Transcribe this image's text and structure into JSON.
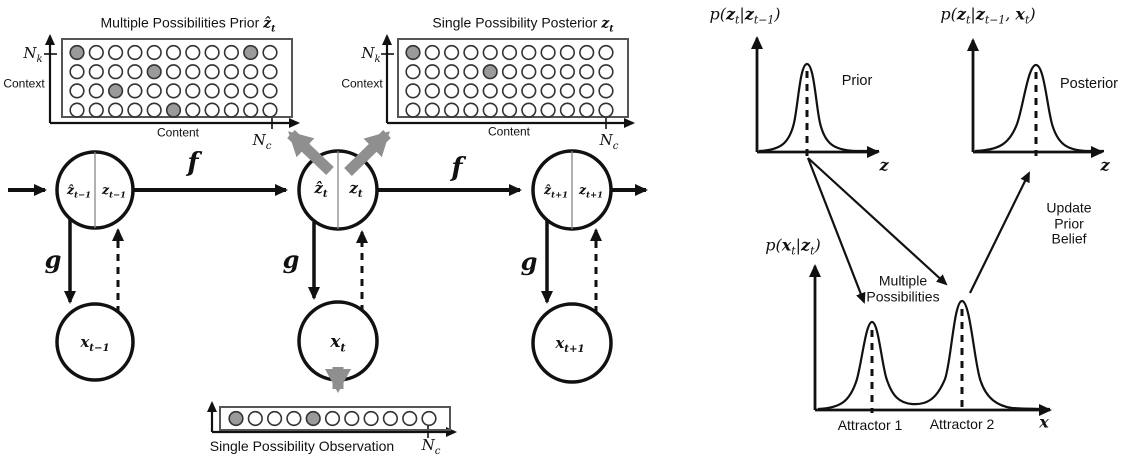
{
  "colors": {
    "line": "#111111",
    "box_border": "#555555",
    "gray_arrow": "#8f8f8f",
    "dot_fill": "#9a9a9a",
    "dot_stroke": "#333333",
    "node_divider": "#888888"
  },
  "left": {
    "prior_box": {
      "title": [
        {
          "t": "Multiple Possibilities Prior "
        },
        {
          "t": "ẑ",
          "c": "mb"
        },
        {
          "s": "t",
          "c": "mb"
        }
      ],
      "nk": [
        {
          "t": "N",
          "c": "mi"
        },
        {
          "s": "k",
          "c": "mi"
        }
      ],
      "context": "Context",
      "content": "Content",
      "nc": [
        {
          "t": "N",
          "c": "mi"
        },
        {
          "s": "c",
          "c": "mi"
        }
      ],
      "grid": {
        "rows": 4,
        "cols": 11,
        "filled": [
          [
            0,
            0
          ],
          [
            0,
            9
          ],
          [
            1,
            4
          ],
          [
            2,
            2
          ],
          [
            3,
            5
          ]
        ]
      }
    },
    "posterior_box": {
      "title": [
        {
          "t": "Single Possibility Posterior "
        },
        {
          "t": "z",
          "c": "mb"
        },
        {
          "s": "t",
          "c": "mb"
        }
      ],
      "nk": [
        {
          "t": "N",
          "c": "mi"
        },
        {
          "s": "k",
          "c": "mi"
        }
      ],
      "context": "Context",
      "content": "Content",
      "nc": [
        {
          "t": "N",
          "c": "mi"
        },
        {
          "s": "c",
          "c": "mi"
        }
      ],
      "grid": {
        "rows": 4,
        "cols": 11,
        "filled": [
          [
            0,
            0
          ],
          [
            1,
            4
          ]
        ]
      }
    },
    "chain": {
      "f": [
        {
          "t": "f",
          "c": "mb"
        }
      ],
      "g": [
        {
          "t": "g",
          "c": "mb"
        }
      ],
      "nodes": {
        "prev_left": [
          {
            "t": "ẑ",
            "c": "mb"
          },
          {
            "s": "t−1",
            "c": "mb"
          }
        ],
        "prev_right": [
          {
            "t": "z",
            "c": "mb"
          },
          {
            "s": "t−1",
            "c": "mb"
          }
        ],
        "cur_left": [
          {
            "t": "ẑ",
            "c": "mb"
          },
          {
            "s": "t",
            "c": "mb"
          }
        ],
        "cur_right": [
          {
            "t": "z",
            "c": "mb"
          },
          {
            "s": "t",
            "c": "mb"
          }
        ],
        "next_left": [
          {
            "t": "ẑ",
            "c": "mb"
          },
          {
            "s": "t+1",
            "c": "mb"
          }
        ],
        "next_right": [
          {
            "t": "z",
            "c": "mb"
          },
          {
            "s": "t+1",
            "c": "mb"
          }
        ],
        "x_prev": [
          {
            "t": "x",
            "c": "mb"
          },
          {
            "s": "t−1",
            "c": "mb"
          }
        ],
        "x_cur": [
          {
            "t": "x",
            "c": "mb"
          },
          {
            "s": "t",
            "c": "mb"
          }
        ],
        "x_next": [
          {
            "t": "x",
            "c": "mb"
          },
          {
            "s": "t+1",
            "c": "mb"
          }
        ]
      }
    },
    "observation": {
      "label": "Single Possibility Observation",
      "nc": [
        {
          "t": "N",
          "c": "mi"
        },
        {
          "s": "c",
          "c": "mi"
        }
      ],
      "grid": {
        "rows": 1,
        "cols": 11,
        "filled": [
          [
            0,
            0
          ],
          [
            0,
            4
          ]
        ]
      }
    }
  },
  "right": {
    "prior_plot": {
      "title": [
        {
          "t": "p(",
          "c": "mi"
        },
        {
          "t": "z",
          "c": "mb"
        },
        {
          "s": "t",
          "c": "mi"
        },
        {
          "t": "|",
          "c": "mi"
        },
        {
          "t": "z",
          "c": "mb"
        },
        {
          "s": "t−1",
          "c": "mi"
        },
        {
          "t": ")",
          "c": "mi"
        }
      ],
      "curve_label": "Prior",
      "x_axis": [
        {
          "t": "z",
          "c": "mb"
        }
      ]
    },
    "posterior_plot": {
      "title": [
        {
          "t": "p(",
          "c": "mi"
        },
        {
          "t": "z",
          "c": "mb"
        },
        {
          "s": "t",
          "c": "mi"
        },
        {
          "t": "|",
          "c": "mi"
        },
        {
          "t": "z",
          "c": "mb"
        },
        {
          "s": "t−1",
          "c": "mi"
        },
        {
          "t": ", ",
          "c": "mi"
        },
        {
          "t": "x",
          "c": "mb"
        },
        {
          "s": "t",
          "c": "mi"
        },
        {
          "t": ")",
          "c": "mi"
        }
      ],
      "curve_label": "Posterior",
      "x_axis": [
        {
          "t": "z",
          "c": "mb"
        }
      ]
    },
    "obs_plot": {
      "title": [
        {
          "t": "p(",
          "c": "mi"
        },
        {
          "t": "x",
          "c": "mb"
        },
        {
          "s": "t",
          "c": "mi"
        },
        {
          "t": "|",
          "c": "mi"
        },
        {
          "t": "z",
          "c": "mb"
        },
        {
          "s": "t",
          "c": "mi"
        },
        {
          "t": ")",
          "c": "mi"
        }
      ],
      "attractor1": "Attractor 1",
      "attractor2": "Attractor 2",
      "x_axis": [
        {
          "t": "x",
          "c": "mb"
        }
      ]
    },
    "annotations": {
      "multiple": "Multiple\nPossibilities",
      "update": "Update Prior\nBelief"
    }
  }
}
